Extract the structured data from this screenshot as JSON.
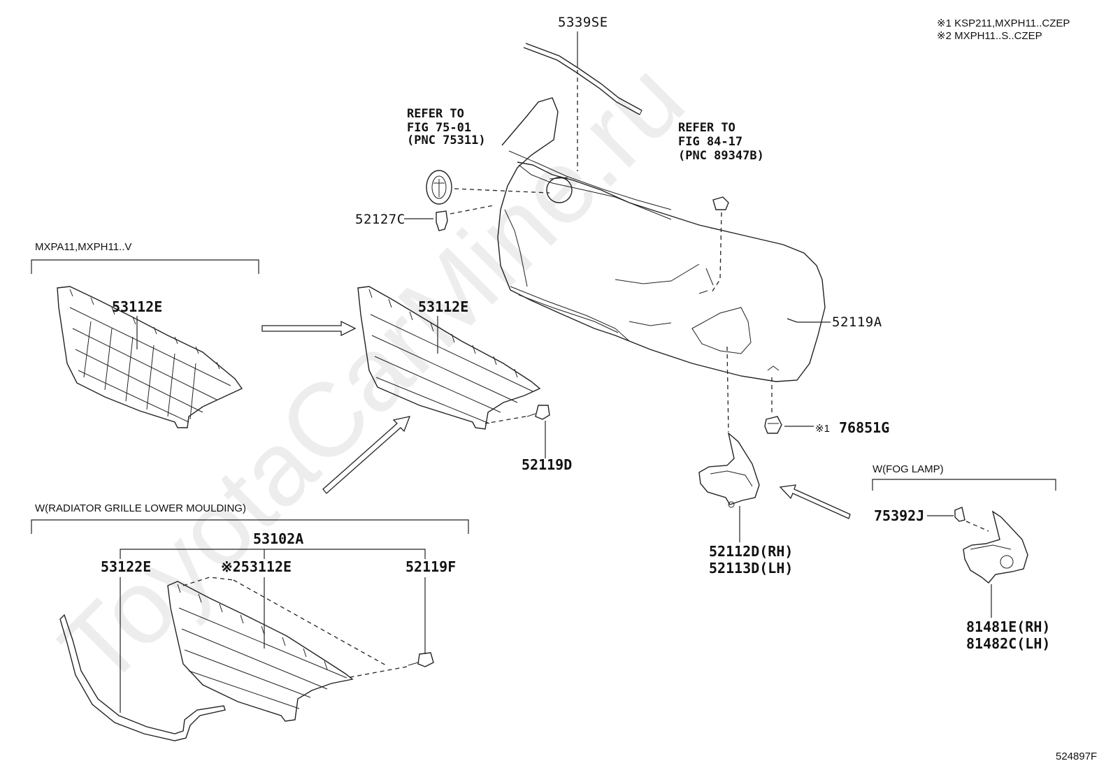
{
  "watermark": "ToyotaCarMine.ru",
  "notes": {
    "note1": "※1 KSP211,MXPH11..CZEP",
    "note2": "※2 MXPH11..S..CZEP"
  },
  "figure_id": "524897F",
  "brackets": {
    "mxpa": "MXPA11,MXPH11..V",
    "moulding": "W(RADIATOR GRILLE LOWER MOULDING)",
    "fog": "W(FOG LAMP)"
  },
  "refs": {
    "emblem": [
      "REFER TO",
      "FIG 75-01",
      "(PNC 75311)"
    ],
    "bracket": [
      "REFER TO",
      "FIG 84-17",
      "(PNC 89347B)"
    ]
  },
  "parts": {
    "p5339SE": "5339SE",
    "p52127C": "52127C",
    "p53112E_a": "53112E",
    "p53112E_b": "53112E",
    "p52119A": "52119A",
    "p52119D": "52119D",
    "p76851G": "76851G",
    "p76851G_mark": "※1",
    "p53102A": "53102A",
    "p53122E": "53122E",
    "p53112E_c": "※253112E",
    "p52119F": "52119F",
    "p52112D": "52112D(RH)",
    "p52113D": "52113D(LH)",
    "p75392J": "75392J",
    "p81481E": "81481E(RH)",
    "p81482C": "81482C(LH)"
  }
}
